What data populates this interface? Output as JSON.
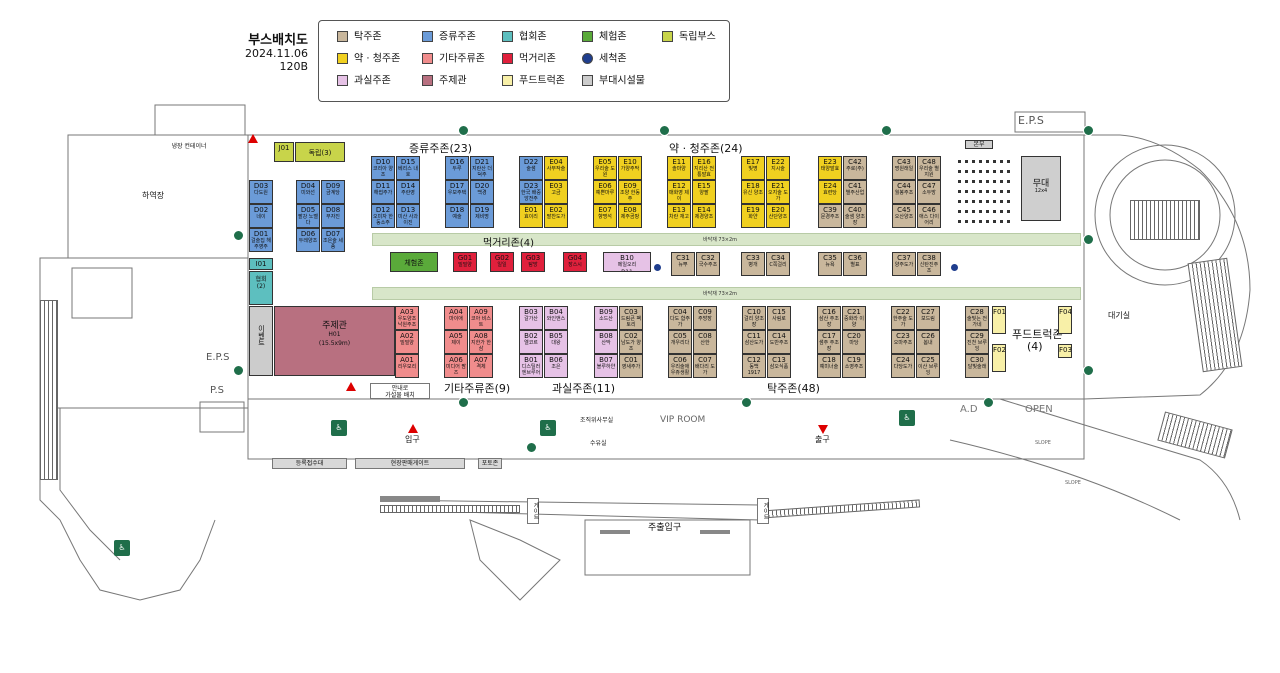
{
  "title": {
    "line1": "부스배치도",
    "line2": "2024.11.06",
    "line3": "120B"
  },
  "legend": [
    {
      "label": "탁주존",
      "color": "#c9b79c",
      "shape": "square"
    },
    {
      "label": "증류주존",
      "color": "#6b9bd8",
      "shape": "square"
    },
    {
      "label": "협회존",
      "color": "#5dbfbf",
      "shape": "square"
    },
    {
      "label": "체험존",
      "color": "#5aaa3a",
      "shape": "square"
    },
    {
      "label": "독립부스",
      "color": "#c8d44a",
      "shape": "square"
    },
    {
      "label": "약 · 청주존",
      "color": "#f0d020",
      "shape": "square"
    },
    {
      "label": "기타주류존",
      "color": "#f08c8c",
      "shape": "square"
    },
    {
      "label": "먹거리존",
      "color": "#e0203c",
      "shape": "square"
    },
    {
      "label": "세척존",
      "color": "#1f3e8e",
      "shape": "circle"
    },
    {
      "label": "과실주존",
      "color": "#e6c2e6",
      "shape": "square"
    },
    {
      "label": "주제관",
      "color": "#b87080",
      "shape": "square"
    },
    {
      "label": "푸드트럭존",
      "color": "#f8f0a8",
      "shape": "square"
    },
    {
      "label": "부대시설물",
      "color": "#cccccc",
      "shape": "square"
    }
  ],
  "zones": {
    "distilled": "증류주존(23)",
    "yakcheong": "약 · 청주존(24)",
    "food": "먹거리존(4)",
    "other": "기타주류존(9)",
    "fruit": "과실주존(11)",
    "takju": "탁주존(48)",
    "foodtruck1": "푸드트럭존",
    "foodtruck2": "(4)",
    "aisle_text": "바닥재 73×2m",
    "aisle_text2": "바닥재 73×2m"
  },
  "places": {
    "loading": "하역장",
    "stage": "무대",
    "stage_sub": "12x4",
    "booth_office": "본부",
    "waiting": "대기실",
    "vip": "VIP ROOM",
    "entrance": "입구",
    "exit": "출구",
    "main_entrance": "주출입구",
    "eps1": "E.P.S",
    "eps2": "E.P.S",
    "ps": "P.S",
    "ad": "A.D",
    "open": "OPEN",
    "info": "안내로\n가설물 배치",
    "reg": "등록접수대",
    "gate": "현장판매게이트",
    "photo": "포토존",
    "office": "조직위사무실",
    "water": "수유실",
    "cold": "냉장 컨테이너",
    "gate_left": "게이트",
    "gate_right": "게이트",
    "theme_title": "주제관",
    "theme_id": "H01",
    "theme_size": "(15.5x9m)",
    "assoc": "협회",
    "assoc_n": "(2)",
    "event": "이벤트",
    "exp": "체험존",
    "indep": "독립(3)",
    "slope1": "SLOPE",
    "slope2": "SLOPE"
  },
  "booths": [
    {
      "id": "J01",
      "name": "",
      "z": "indep"
    },
    {
      "id": "D10",
      "name": "코리아 양조",
      "z": "dist"
    },
    {
      "id": "D15",
      "name": "베리스 내호",
      "z": "dist"
    },
    {
      "id": "D11",
      "name": "해썹주가",
      "z": "dist"
    },
    {
      "id": "D14",
      "name": "주란영",
      "z": "dist"
    },
    {
      "id": "D12",
      "name": "오미자 한동소주",
      "z": "dist"
    },
    {
      "id": "D13",
      "name": "미산 사과이진",
      "z": "dist"
    },
    {
      "id": "D03",
      "name": "다도원",
      "z": "dist"
    },
    {
      "id": "D02",
      "name": "네이",
      "z": "dist"
    },
    {
      "id": "D01",
      "name": "걸술집 해주영주",
      "z": "dist"
    },
    {
      "id": "D04",
      "name": "미와선",
      "z": "dist"
    },
    {
      "id": "D09",
      "name": "금계당",
      "z": "dist"
    },
    {
      "id": "D05",
      "name": "팔강 노벨다",
      "z": "dist"
    },
    {
      "id": "D08",
      "name": "부자진",
      "z": "dist"
    },
    {
      "id": "D06",
      "name": "두레양조",
      "z": "dist"
    },
    {
      "id": "D07",
      "name": "조은술 세종",
      "z": "dist"
    },
    {
      "id": "D16",
      "name": "두루",
      "z": "dist"
    },
    {
      "id": "D21",
      "name": "지란산 더덕주",
      "z": "dist"
    },
    {
      "id": "D17",
      "name": "우보주택",
      "z": "dist"
    },
    {
      "id": "D20",
      "name": "백경",
      "z": "dist"
    },
    {
      "id": "D18",
      "name": "예술",
      "z": "dist"
    },
    {
      "id": "D19",
      "name": "제비명",
      "z": "dist"
    },
    {
      "id": "D22",
      "name": "술샘",
      "z": "dist"
    },
    {
      "id": "E04",
      "name": "사부작술",
      "z": "yak"
    },
    {
      "id": "D23",
      "name": "한국 배중앙전주",
      "z": "dist"
    },
    {
      "id": "E03",
      "name": "고금",
      "z": "yak"
    },
    {
      "id": "E01",
      "name": "효이리",
      "z": "yak"
    },
    {
      "id": "E02",
      "name": "팔찬도가",
      "z": "yak"
    },
    {
      "id": "E05",
      "name": "우리술 도원",
      "z": "yak"
    },
    {
      "id": "E10",
      "name": "가양주막",
      "z": "yak"
    },
    {
      "id": "E06",
      "name": "예쁜마루",
      "z": "yak"
    },
    {
      "id": "E09",
      "name": "조양 한동주",
      "z": "yak"
    },
    {
      "id": "E07",
      "name": "향명석",
      "z": "yak"
    },
    {
      "id": "E08",
      "name": "제주곰팡",
      "z": "yak"
    },
    {
      "id": "E11",
      "name": "솔마양",
      "z": "yak"
    },
    {
      "id": "E16",
      "name": "지리산 전통발효",
      "z": "yak"
    },
    {
      "id": "E12",
      "name": "매화영 제이",
      "z": "yak"
    },
    {
      "id": "E15",
      "name": "양팔",
      "z": "yak"
    },
    {
      "id": "E13",
      "name": "차란 재고",
      "z": "yak"
    },
    {
      "id": "E14",
      "name": "제경양조",
      "z": "yak"
    },
    {
      "id": "E17",
      "name": "빛명",
      "z": "yak"
    },
    {
      "id": "E22",
      "name": "지시술",
      "z": "yak"
    },
    {
      "id": "E18",
      "name": "유신 양조",
      "z": "yak"
    },
    {
      "id": "E21",
      "name": "오지술 도가",
      "z": "yak"
    },
    {
      "id": "E19",
      "name": "화얀",
      "z": "yak"
    },
    {
      "id": "E20",
      "name": "산단양조",
      "z": "yak"
    },
    {
      "id": "E23",
      "name": "태양발효",
      "z": "yak"
    },
    {
      "id": "C42",
      "name": "주로(주)",
      "z": "tak"
    },
    {
      "id": "E24",
      "name": "효련당",
      "z": "yak"
    },
    {
      "id": "C41",
      "name": "별주산업",
      "z": "tak"
    },
    {
      "id": "C39",
      "name": "문경주조",
      "z": "tak"
    },
    {
      "id": "C40",
      "name": "술샘 양조장",
      "z": "tak"
    },
    {
      "id": "C43",
      "name": "명원래일",
      "z": "tak"
    },
    {
      "id": "C48",
      "name": "우리술 별지원",
      "z": "tak"
    },
    {
      "id": "C44",
      "name": "월봉주조",
      "z": "tak"
    },
    {
      "id": "C47",
      "name": "소두방",
      "z": "tak"
    },
    {
      "id": "C45",
      "name": "오산양조",
      "z": "tak"
    },
    {
      "id": "C46",
      "name": "애스 다이어리",
      "z": "tak"
    },
    {
      "id": "I01",
      "name": "",
      "z": "assoc"
    },
    {
      "id": "G01",
      "name": "밀밀양",
      "z": "food"
    },
    {
      "id": "G02",
      "name": "일일",
      "z": "food"
    },
    {
      "id": "G03",
      "name": "탐방",
      "z": "food"
    },
    {
      "id": "G04",
      "name": "장스시",
      "z": "food"
    },
    {
      "id": "B10",
      "name": "메일오리",
      "z": "fruit"
    },
    {
      "id": "B11",
      "name": "분위농장",
      "z": "fruit"
    },
    {
      "id": "C31",
      "name": "뉴뿌",
      "z": "tak"
    },
    {
      "id": "C32",
      "name": "국수주조",
      "z": "tak"
    },
    {
      "id": "C33",
      "name": "병개",
      "z": "tak"
    },
    {
      "id": "C34",
      "name": "C쪽걸리",
      "z": "tak"
    },
    {
      "id": "C35",
      "name": "뉴욕",
      "z": "tak"
    },
    {
      "id": "C36",
      "name": "별표",
      "z": "tak"
    },
    {
      "id": "C37",
      "name": "양주도가",
      "z": "tak"
    },
    {
      "id": "C38",
      "name": "신탄진주조",
      "z": "tak"
    },
    {
      "id": "A03",
      "name": "우도양조 낙원주조",
      "z": "other"
    },
    {
      "id": "A02",
      "name": "밀밀양",
      "z": "other"
    },
    {
      "id": "A01",
      "name": "리우모리",
      "z": "other"
    },
    {
      "id": "A04",
      "name": "마이애",
      "z": "other"
    },
    {
      "id": "A09",
      "name": "코아 비스트",
      "z": "other"
    },
    {
      "id": "A05",
      "name": "제이",
      "z": "other"
    },
    {
      "id": "A08",
      "name": "지한가 한삼",
      "z": "other"
    },
    {
      "id": "A06",
      "name": "미디어 팜즈",
      "z": "other"
    },
    {
      "id": "A07",
      "name": "격체",
      "z": "other"
    },
    {
      "id": "B03",
      "name": "갈가산",
      "z": "fruit"
    },
    {
      "id": "B04",
      "name": "와인앤스",
      "z": "fruit"
    },
    {
      "id": "B02",
      "name": "엘코르",
      "z": "fruit"
    },
    {
      "id": "B05",
      "name": "대왕",
      "z": "fruit"
    },
    {
      "id": "B01",
      "name": "디스틸러 엔브루어",
      "z": "fruit"
    },
    {
      "id": "B06",
      "name": "조은",
      "z": "fruit"
    },
    {
      "id": "B09",
      "name": "소드산",
      "z": "fruit"
    },
    {
      "id": "C03",
      "name": "드림큰 팩토리",
      "z": "tak"
    },
    {
      "id": "B08",
      "name": "산막",
      "z": "fruit"
    },
    {
      "id": "C02",
      "name": "남도가 양조",
      "z": "tak"
    },
    {
      "id": "B07",
      "name": "블루하얀",
      "z": "fruit"
    },
    {
      "id": "C01",
      "name": "영새주가",
      "z": "tak"
    },
    {
      "id": "C04",
      "name": "다도 합주가",
      "z": "tak"
    },
    {
      "id": "C09",
      "name": "주방장",
      "z": "tak"
    },
    {
      "id": "C05",
      "name": "개우리다",
      "z": "tak"
    },
    {
      "id": "C08",
      "name": "산한",
      "z": "tak"
    },
    {
      "id": "C06",
      "name": "우리술애 우쥬생활",
      "z": "tak"
    },
    {
      "id": "C07",
      "name": "배다리 도가",
      "z": "tak"
    },
    {
      "id": "C10",
      "name": "걸리 양조장",
      "z": "tak"
    },
    {
      "id": "C15",
      "name": "사림로",
      "z": "tak"
    },
    {
      "id": "C11",
      "name": "삼산도가",
      "z": "tak"
    },
    {
      "id": "C14",
      "name": "도반주조",
      "z": "tak"
    },
    {
      "id": "C12",
      "name": "동백 1917",
      "z": "tak"
    },
    {
      "id": "C13",
      "name": "삼오식품",
      "z": "tak"
    },
    {
      "id": "C16",
      "name": "삼산 주조장",
      "z": "tak"
    },
    {
      "id": "C21",
      "name": "중화라 이양",
      "z": "tak"
    },
    {
      "id": "C17",
      "name": "샘주 주조장",
      "z": "tak"
    },
    {
      "id": "C20",
      "name": "마당",
      "z": "tak"
    },
    {
      "id": "C18",
      "name": "예미너술",
      "z": "tak"
    },
    {
      "id": "C19",
      "name": "소영주조",
      "z": "tak"
    },
    {
      "id": "C22",
      "name": "한주술 도가",
      "z": "tak"
    },
    {
      "id": "C27",
      "name": "보드림",
      "z": "tak"
    },
    {
      "id": "C23",
      "name": "오마주조",
      "z": "tak"
    },
    {
      "id": "C26",
      "name": "봄내",
      "z": "tak"
    },
    {
      "id": "C24",
      "name": "다당도가",
      "z": "tak"
    },
    {
      "id": "C25",
      "name": "이산 브루잉",
      "z": "tak"
    },
    {
      "id": "C28",
      "name": "술빚는 전가네",
      "z": "tak"
    },
    {
      "id": "C29",
      "name": "진천 브루잉",
      "z": "tak"
    },
    {
      "id": "C30",
      "name": "달빛술래",
      "z": "tak"
    },
    {
      "id": "F01",
      "name": "",
      "z": "truck"
    },
    {
      "id": "F02",
      "name": "",
      "z": "truck"
    },
    {
      "id": "F03",
      "name": "",
      "z": "truck"
    },
    {
      "id": "F04",
      "name": "",
      "z": "truck"
    }
  ]
}
